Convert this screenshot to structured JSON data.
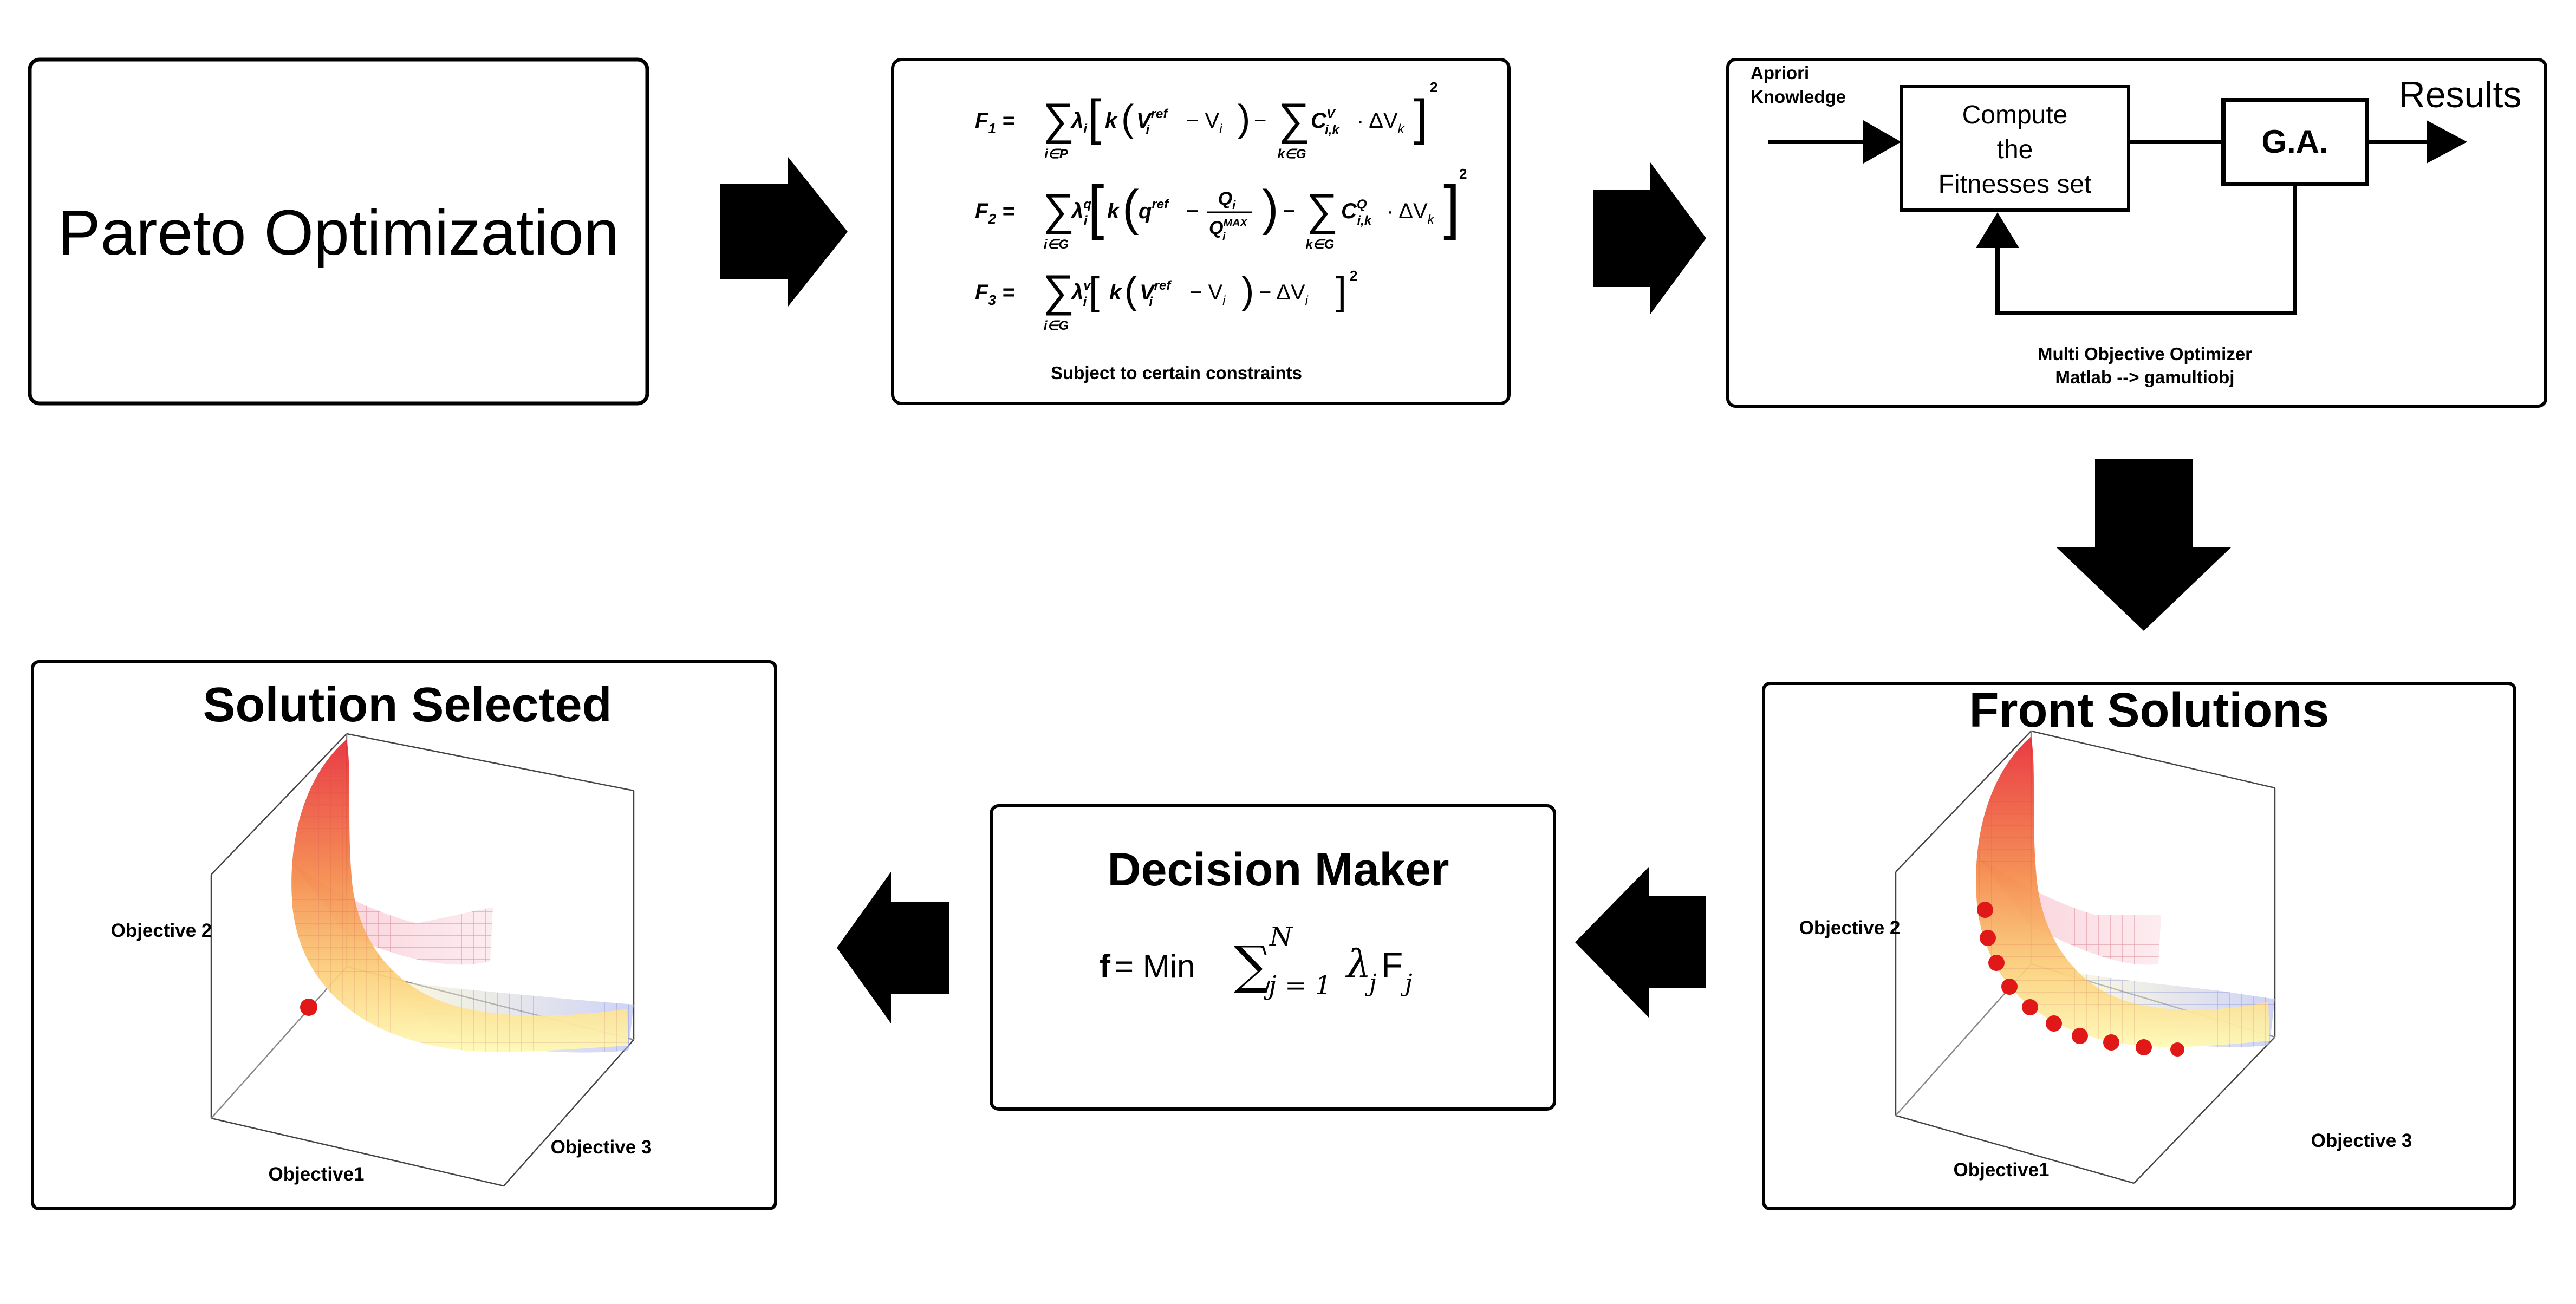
{
  "pareto_box": {
    "title": "Pareto Optimization"
  },
  "equations_box": {
    "f1": {
      "lhs": "F",
      "lhs_sub": "1",
      "sum_sub": "i∈P",
      "lambda_sup": "",
      "vref_sup": "ref",
      "inner_sum_sub": "k∈G",
      "coef_sup": "V",
      "coef_sub": "i,k"
    },
    "f2": {
      "lhs": "F",
      "lhs_sub": "2",
      "sum_sub": "i∈G",
      "lambda_sup": "q",
      "q_sup": "ref",
      "qmax_sup": "MAX",
      "inner_sum_sub": "k∈G",
      "coef_sup": "Q",
      "coef_sub": "i,k"
    },
    "f3": {
      "lhs": "F",
      "lhs_sub": "3",
      "sum_sub": "i∈G",
      "lambda_sup": "v",
      "vref_sup": "ref"
    },
    "square": "2",
    "constraints_caption": "Subject to certain constraints"
  },
  "optimizer_box": {
    "apriori_line1": "Apriori",
    "apriori_line2": "Knowledge",
    "compute_line1": "Compute",
    "compute_line2": "the",
    "compute_line3": "Fitnesses set",
    "ga_label": "G.A.",
    "results_label": "Results",
    "caption_line1": "Multi Objective Optimizer",
    "caption_line2": "Matlab --> gamultiobj"
  },
  "front_box": {
    "title": "Front Solutions",
    "axis_objective1": "Objective1",
    "axis_objective2": "Objective 2",
    "axis_objective3": "Objective 3"
  },
  "decision_box": {
    "title": "Decision Maker",
    "formula_f": "f",
    "formula_eq": " = Min ",
    "sum_lower": "j = 1",
    "sum_upper": "N",
    "lambda_sub": "j",
    "f_letter": "F",
    "f_sub": "j"
  },
  "solution_box": {
    "title": "Solution Selected",
    "axis_objective1": "Objective1",
    "axis_objective2": "Objective 2",
    "axis_objective3": "Objective 3"
  },
  "colors": {
    "box_border": "#000000",
    "arrow_fill": "#000000",
    "surface_top": "#e8323a",
    "surface_mid": "#f5a050",
    "surface_low": "#fff8a8",
    "mesh_pink": "#f4b0c0",
    "mesh_blue": "#b8bef4",
    "front_dot": "#e01818"
  }
}
